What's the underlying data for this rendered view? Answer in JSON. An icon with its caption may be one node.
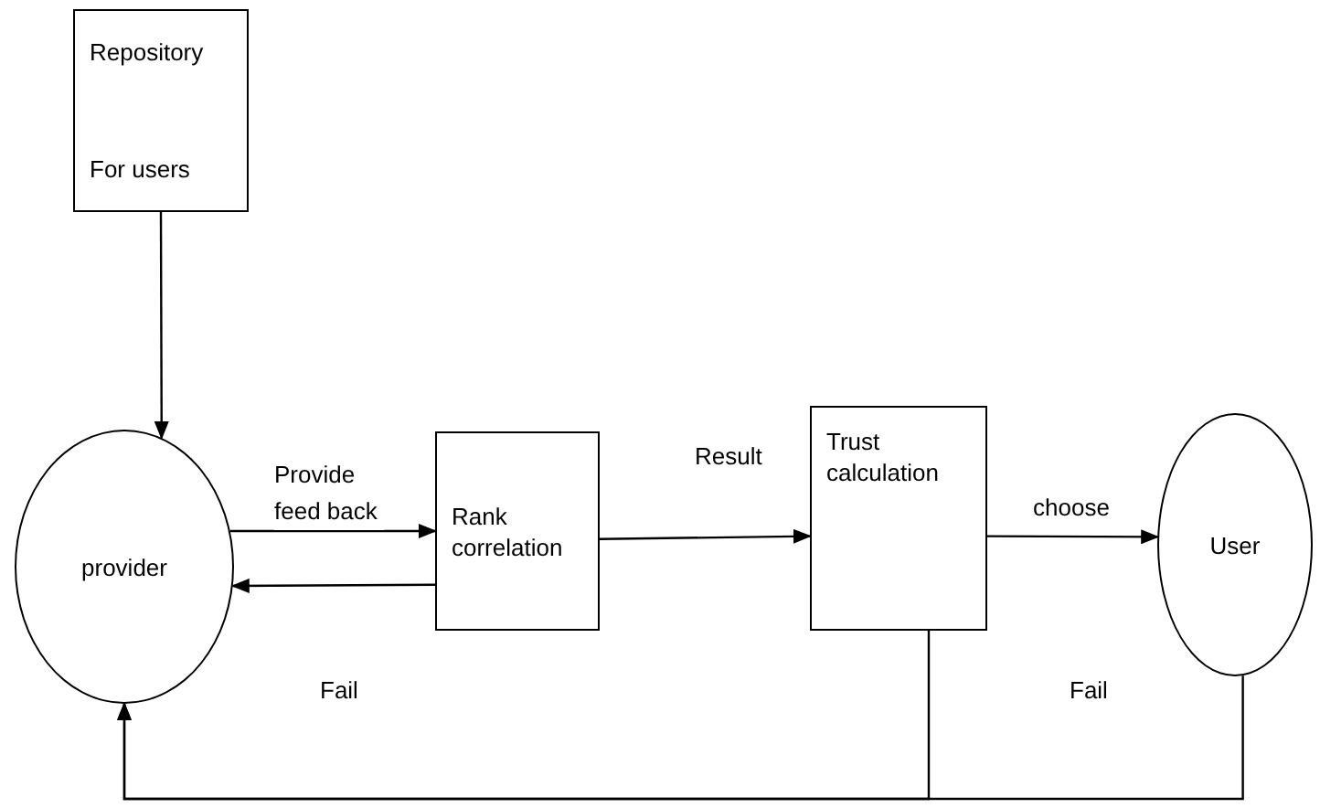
{
  "diagram": {
    "nodes": [
      {
        "text": [
          "Repository",
          "For users"
        ]
      },
      {
        "text": [
          "provider"
        ]
      },
      {
        "text": [
          "Rank correlation"
        ]
      },
      {
        "text": [
          "Trust calculation"
        ]
      },
      {
        "text": [
          "User"
        ]
      }
    ],
    "edges": [
      {
        "from": 0,
        "to": 1,
        "arrow": "to"
      },
      {
        "from": 1,
        "to": 2,
        "arrow": "to",
        "label": "Provide feed back"
      },
      {
        "from": 2,
        "to": 1,
        "arrow": "to",
        "label": "Fail"
      },
      {
        "from": 2,
        "to": 3,
        "arrow": "to",
        "label": "Result"
      },
      {
        "from": 3,
        "to": 4,
        "arrow": "to",
        "label": "choose"
      },
      {
        "from": 3,
        "to": 1,
        "arrow": "to"
      },
      {
        "from": 4,
        "to": 1,
        "arrow": "to",
        "label": "Fail"
      }
    ]
  }
}
